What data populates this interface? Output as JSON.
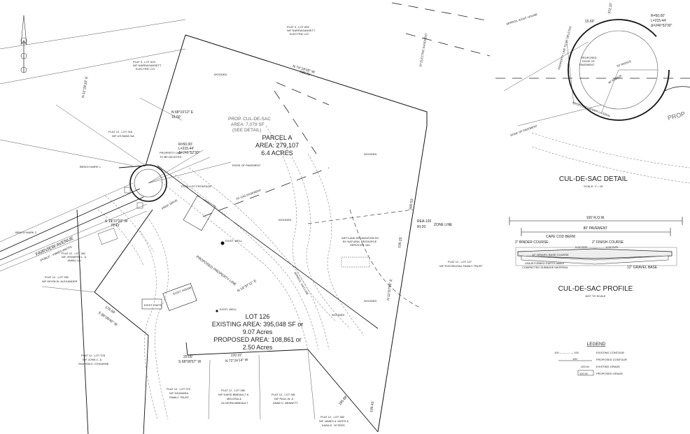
{
  "north_arrow": {
    "symbol": "N"
  },
  "parcel_a": {
    "name": "PARCEL A",
    "area": "AREA: 279,107",
    "acres": "6.4 ACRES"
  },
  "lot126": {
    "name": "LOT 126",
    "existing_line1": "EXISTING AREA: 395,048 SF or",
    "existing_line2": "9.07 Acres",
    "proposed_line1": "PROPOSED AREA: 108,861 or",
    "proposed_line2": "2.50 Acres"
  },
  "culdesac_main": {
    "title": "PROP. CUL-DE-SAC",
    "area": "AREA: 7,079 SF",
    "note": "(SEE DETAIL)",
    "r": "R=50.00'",
    "l": "L=215.44'",
    "delta": "Δ=246°52'30\""
  },
  "labels": {
    "plat9": "PLAT 9 , LOT 859",
    "narr": "N/F NARRAGANSETT",
    "narr2": "ELECTRIC CO.",
    "plat9b": "PLAT 9 , LOT 623",
    "narr3": "N/F NARRAGANSETT",
    "narr4": "ELECTRIC CO.",
    "plat12_316": "PLAT 12 , LOT 316",
    "usbank": "N/F US BANK NA",
    "plat12_127": "PLAT 12 , LOT 127",
    "rocheleau": "N/F ROCHELEAU FAMILY TRUST",
    "plat12_362": "PLAT 12 , LOT 362",
    "jennifer": "N/F JENNIFER L. &",
    "jamal": "JAMAL LIU",
    "plat12_392": "PLAT 12 , LOT 392",
    "kevin": "N/F KEVIN W. ALEXANDER",
    "plat12_378": "PLAT 12 , LOT 378",
    "john": "N/F JOHN C. &",
    "sharon": "SHARON K. O'KEARNE",
    "plat12_379": "PLAT 12 , LOT 379",
    "deandra": "N/F DEANDRA",
    "family": "FAMILY TRUST",
    "plat12_380": "PLAT 12 , LOT 380",
    "david": "N/F DAVID BIBEAULT &",
    "melissa": "MELISSA &",
    "oliveira": "OLIVEIRA BIBEAULT",
    "plat12_381": "PLAT 12 , LOT 381",
    "paul": "N/F PAUL W. &",
    "anne": "ANNE K. BENNETT",
    "plat12_382": "PLAT 12 , LOT 382",
    "james": "N/F JAMES & YATES &",
    "kara": "KARA E. YETERS",
    "wooded": "WOODED",
    "edge_pavement": "EDGE OF PAVEMENT",
    "property_line": "PROPERTY LINE",
    "to_be_deleted": "TO BE DELETED",
    "proposed_property_line": "PROPOSED PROPERTY LINE",
    "fairview": "FAIRVIEW AVENUE",
    "public": "(PUBLIC - VARIES WIDTH)",
    "zone_line": "ZONE LINE",
    "rea": "REA-120",
    "ri": "RI-20",
    "wetland1": "WETLAND DELINEATION BY",
    "wetland2": "BY NATURAL RESOURCE",
    "wetland3": "SERVICES, INC.",
    "exist_well": "EXIST. WELL",
    "exist_house": "EXIST. HOUSE",
    "exist_onts": "EXIST. OWTS",
    "total_lot": "TOTAL LOT FRONTAGE",
    "gas_easement": "20' GAS EASEMENT",
    "elec_easement": "20' ELECTRIC EASEMENT",
    "approx_gas": "APPROX. GAS LINE",
    "brg1": "N 74°18'03\" W",
    "dist1": "548.31'",
    "brg2": "N 14°37'11\" E",
    "dist2": "590.53'",
    "brg3": "N 11°07'55\" E",
    "dist3": "199.25'",
    "brg4": "N 11°28'10\" E",
    "dist4": "170.39'",
    "brg5": "N 68°10'12\" E",
    "dist5": "15.60'",
    "brg6": "S 19°37'20\" W",
    "dist6": "70.41'",
    "brg7": "S 89°09'46\" W",
    "dist7": "176.69'",
    "brg8": "S 68°08'57\" W",
    "dist8": "20.00'",
    "brg9": "N 72°26'14\" W",
    "dist9": "220.02'",
    "dist10": "109.43'",
    "dist11": "185.88'",
    "proposed_sf": "PROPOSED",
    "prop_drive": "PROP. DRIVE",
    "bench2": "BENCH MARK 2",
    "bench1": "BENCH MARK 1"
  },
  "detail": {
    "title": "CUL-DE-SAC DETAIL",
    "scale": "SCALE: 1\"= 20'",
    "r": "R=50.00'",
    "l": "L=215.44'",
    "delta": "Δ=246°52'30\"",
    "dist": "15.60'",
    "dist2": "372.37'",
    "radius_label": "50' RADIUS",
    "radius_label2": "40' RADIUS",
    "proposed_edge": "PROPOSED",
    "proposed_edge2": "EDGE OF",
    "proposed_edge3": "PAVEMENT",
    "property_line": "PROPERTY LINE TO BE DELETED",
    "edge_pavement": "EDGE OF PAVEMENT",
    "sewer": "PROPOSED SEWER LATERAL",
    "approx_house": "APPROX. EXIST. HOUSE",
    "prop": "PROP"
  },
  "profile": {
    "title": "CUL-DE-SAC PROFILE",
    "scale": "NOT TO SCALE",
    "row": "100' R.O.W.",
    "pavement": "80' PAVEMENT",
    "berm": "CAPE COD BERM",
    "binder": "2\" BINDER COURSE",
    "finish": "2\" FINISH COURSE",
    "gravel_course": "12\" GRAVEL BASE COURSE",
    "gravel_base": "12\" GRAVEL BASE",
    "earth1": "UNDISTURBED EARTH and/or",
    "earth2": "COMPACTED SUBBASE MATERIAL",
    "slope1": "0.02 Ft/Ft",
    "slope2": "0.02 Ft/Ft"
  },
  "legend": {
    "title": "LEGEND",
    "items": [
      {
        "sample": "100 — — — — 100",
        "label": "EXISTING CONTOUR"
      },
      {
        "sample": "100",
        "label": "PROPOSED CONTOUR"
      },
      {
        "sample": "100.0x",
        "label": "EXISTING GRADE"
      },
      {
        "sample": "100.0x",
        "label": "PROPOSED GRADE"
      }
    ]
  }
}
